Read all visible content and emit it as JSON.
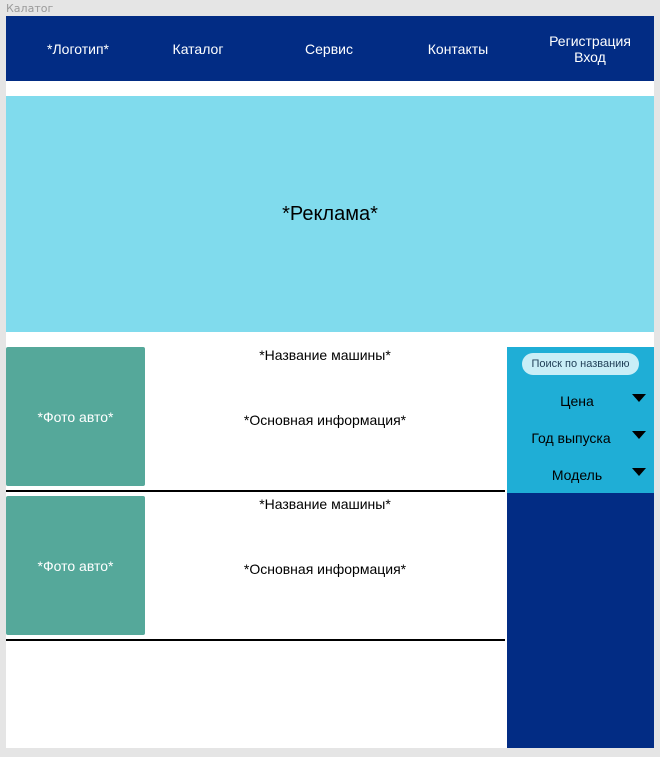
{
  "frame": {
    "title": "Калатог"
  },
  "header": {
    "logo": "*Логотип*",
    "nav": {
      "catalog": "Каталог",
      "service": "Сервис",
      "contacts": "Контакты",
      "register": "Регистрация",
      "login": "Вход"
    }
  },
  "ad": {
    "label": "*Реклама*"
  },
  "listings": [
    {
      "photo": "*Фото авто*",
      "name": "*Название машины*",
      "info": "*Основная информация*"
    },
    {
      "photo": "*Фото авто*",
      "name": "*Название машины*",
      "info": "*Основная информация*"
    }
  ],
  "filters": {
    "search_placeholder": "Поиск по названию",
    "price": "Цена",
    "year": "Год выпуска",
    "model": "Модель"
  },
  "colors": {
    "header_bg": "#022c84",
    "ad_bg": "#80dbed",
    "photo_bg": "#55a89a",
    "filter_bg": "#1faed6",
    "sidebar_bg": "#022c84"
  }
}
